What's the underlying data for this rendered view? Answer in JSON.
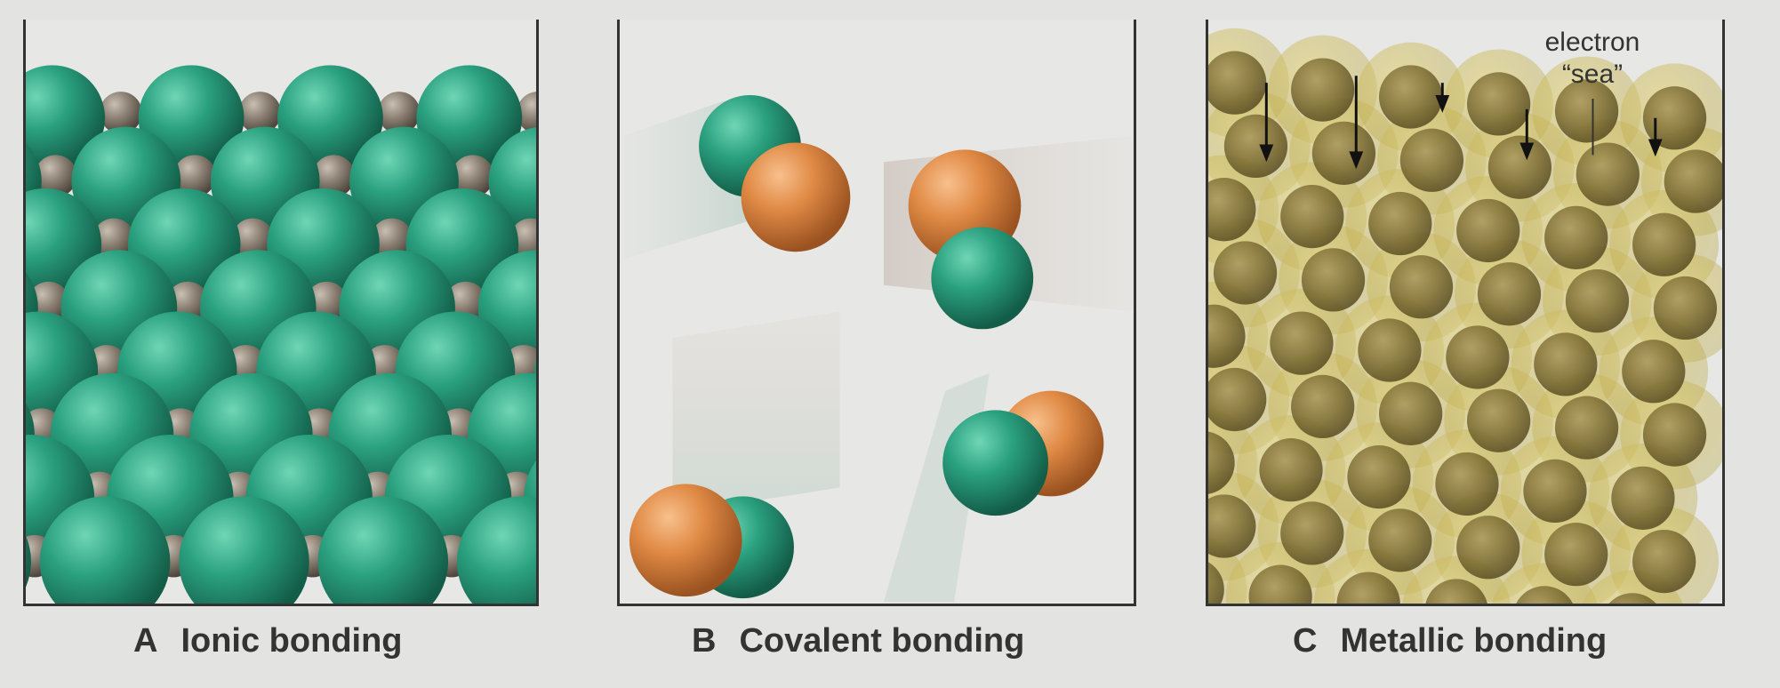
{
  "panels": {
    "ionic": {
      "letter": "A",
      "title": "Ionic bonding"
    },
    "covalent": {
      "letter": "B",
      "title": "Covalent bonding"
    },
    "metallic": {
      "letter": "C",
      "title": "Metallic bonding"
    }
  },
  "annotations": {
    "electron_sea_line1": "electron",
    "electron_sea_line2": "“sea”"
  },
  "colors": {
    "green_atom": "#2aa07f",
    "gray_atom": "#8a7f72",
    "orange_atom": "#e08a45",
    "metal_atom": "#8a7a35",
    "electron_sea": "#c9b84a",
    "frame": "#333333"
  },
  "icons": [
    "down-arrow-icon"
  ]
}
